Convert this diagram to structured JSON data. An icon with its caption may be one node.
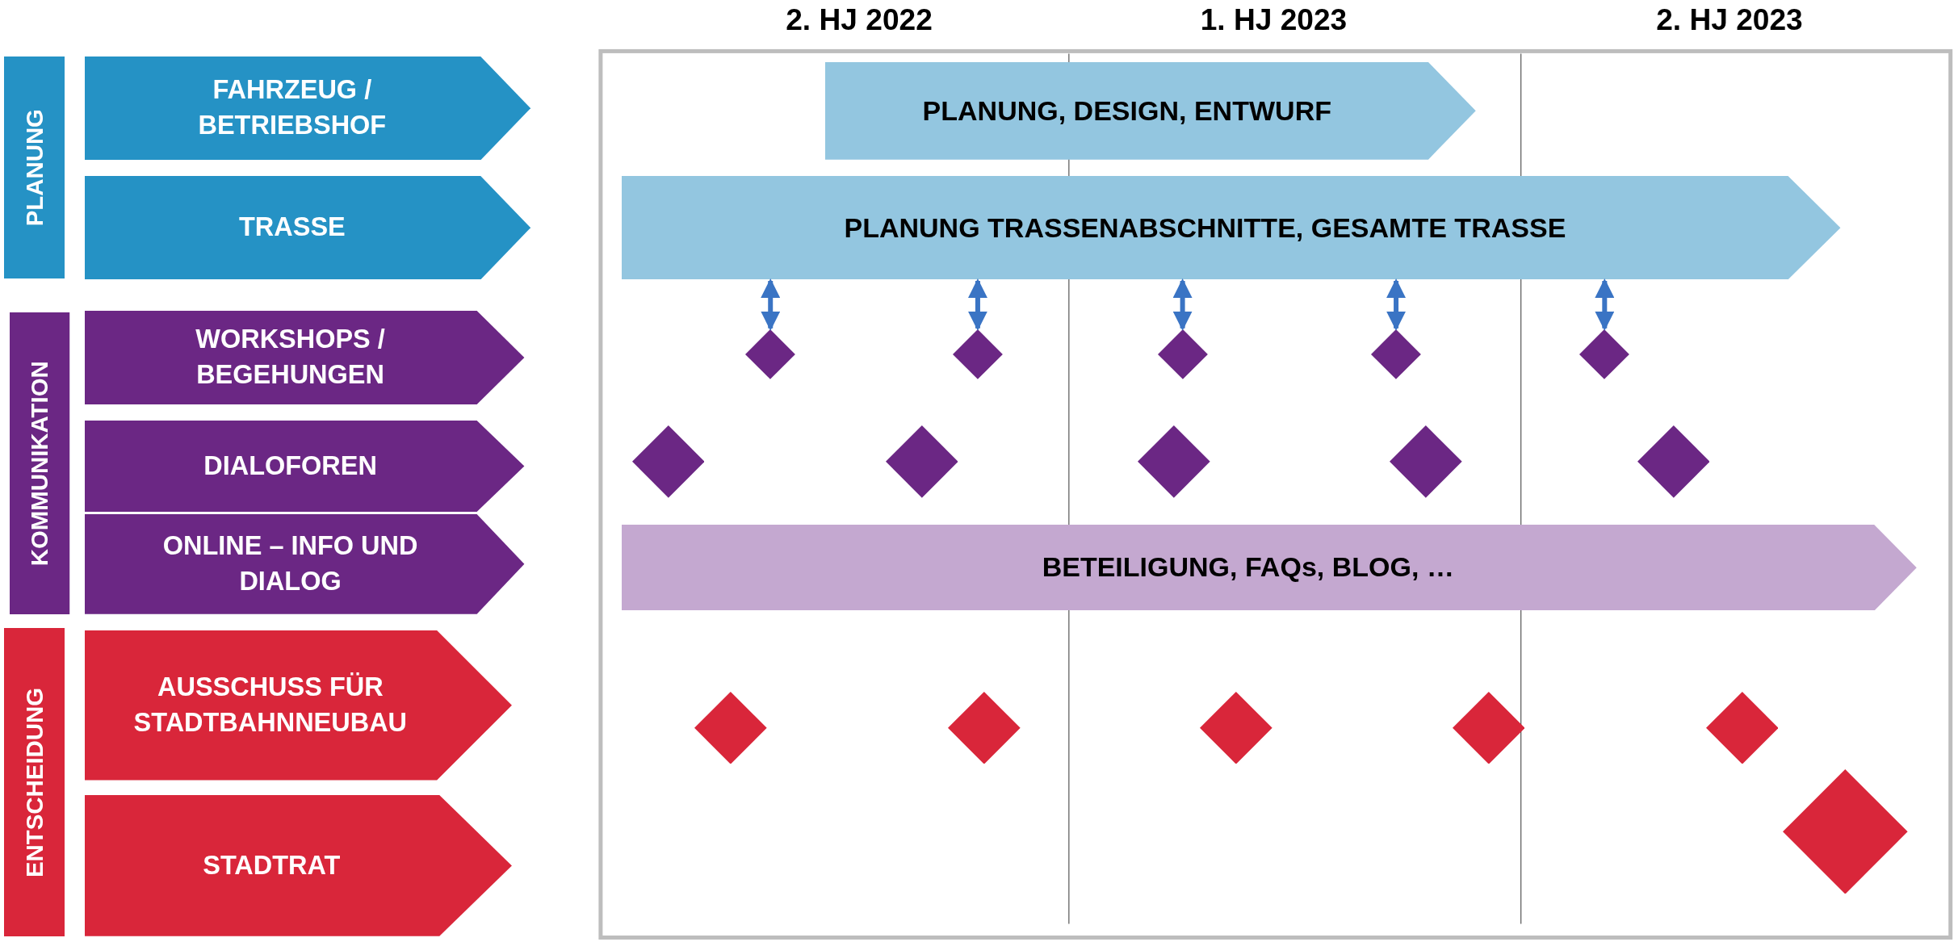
{
  "diagram": {
    "nodes": [
      {
        "text": [
          "PLANUNG"
        ]
      },
      {
        "text": [
          "FAHRZEUG / BETRIEBSHOF"
        ]
      },
      {
        "text": [
          "TRASSE"
        ]
      },
      {
        "text": [
          "KOMMUNIKATION"
        ]
      },
      {
        "text": [
          "WORKSHOPS / BEGEHUNGEN"
        ]
      },
      {
        "text": [
          "DIALOFOREN"
        ]
      },
      {
        "text": [
          "ONLINE – INFO UND DIALOG"
        ]
      },
      {
        "text": [
          "ENTSCHEIDUNG"
        ]
      },
      {
        "text": [
          "AUSSCHUSS FÜR STADTBAHNNEUBAU"
        ]
      },
      {
        "text": [
          "STADTRAT"
        ]
      },
      {
        "text": [
          "PLANUNG, DESIGN, ENTWURF"
        ]
      },
      {
        "text": [
          "PLANUNG TRASSENABSCHNITTE, GESAMTE TRASSE"
        ]
      },
      {
        "text": [
          "BETEILIGUNG, FAQs, BLOG, …"
        ]
      },
      {
        "text": [],
        "shape": "diamond"
      },
      {
        "text": [],
        "shape": "diamond"
      },
      {
        "text": [],
        "shape": "diamond"
      },
      {
        "text": [],
        "shape": "diamond"
      },
      {
        "text": [],
        "shape": "diamond"
      },
      {
        "text": [],
        "shape": "diamond"
      },
      {
        "text": [],
        "shape": "diamond"
      },
      {
        "text": [],
        "shape": "diamond"
      },
      {
        "text": [],
        "shape": "diamond"
      },
      {
        "text": [],
        "shape": "diamond"
      },
      {
        "text": [],
        "shape": "diamond"
      },
      {
        "text": [],
        "shape": "diamond"
      },
      {
        "text": [],
        "shape": "diamond"
      },
      {
        "text": [],
        "shape": "diamond"
      },
      {
        "text": [],
        "shape": "diamond"
      },
      {
        "text": [],
        "shape": "diamond"
      }
    ],
    "edges": [
      {
        "from": 11,
        "to": 13,
        "arrow": "both"
      },
      {
        "from": 11,
        "to": 14,
        "arrow": "both"
      },
      {
        "from": 11,
        "to": 15,
        "arrow": "both"
      },
      {
        "from": 11,
        "to": 16,
        "arrow": "both"
      },
      {
        "from": 11,
        "to": 17,
        "arrow": "both"
      }
    ],
    "labels": [
      "2. HJ 2022",
      "1. HJ 2023",
      "2. HJ 2023"
    ]
  }
}
